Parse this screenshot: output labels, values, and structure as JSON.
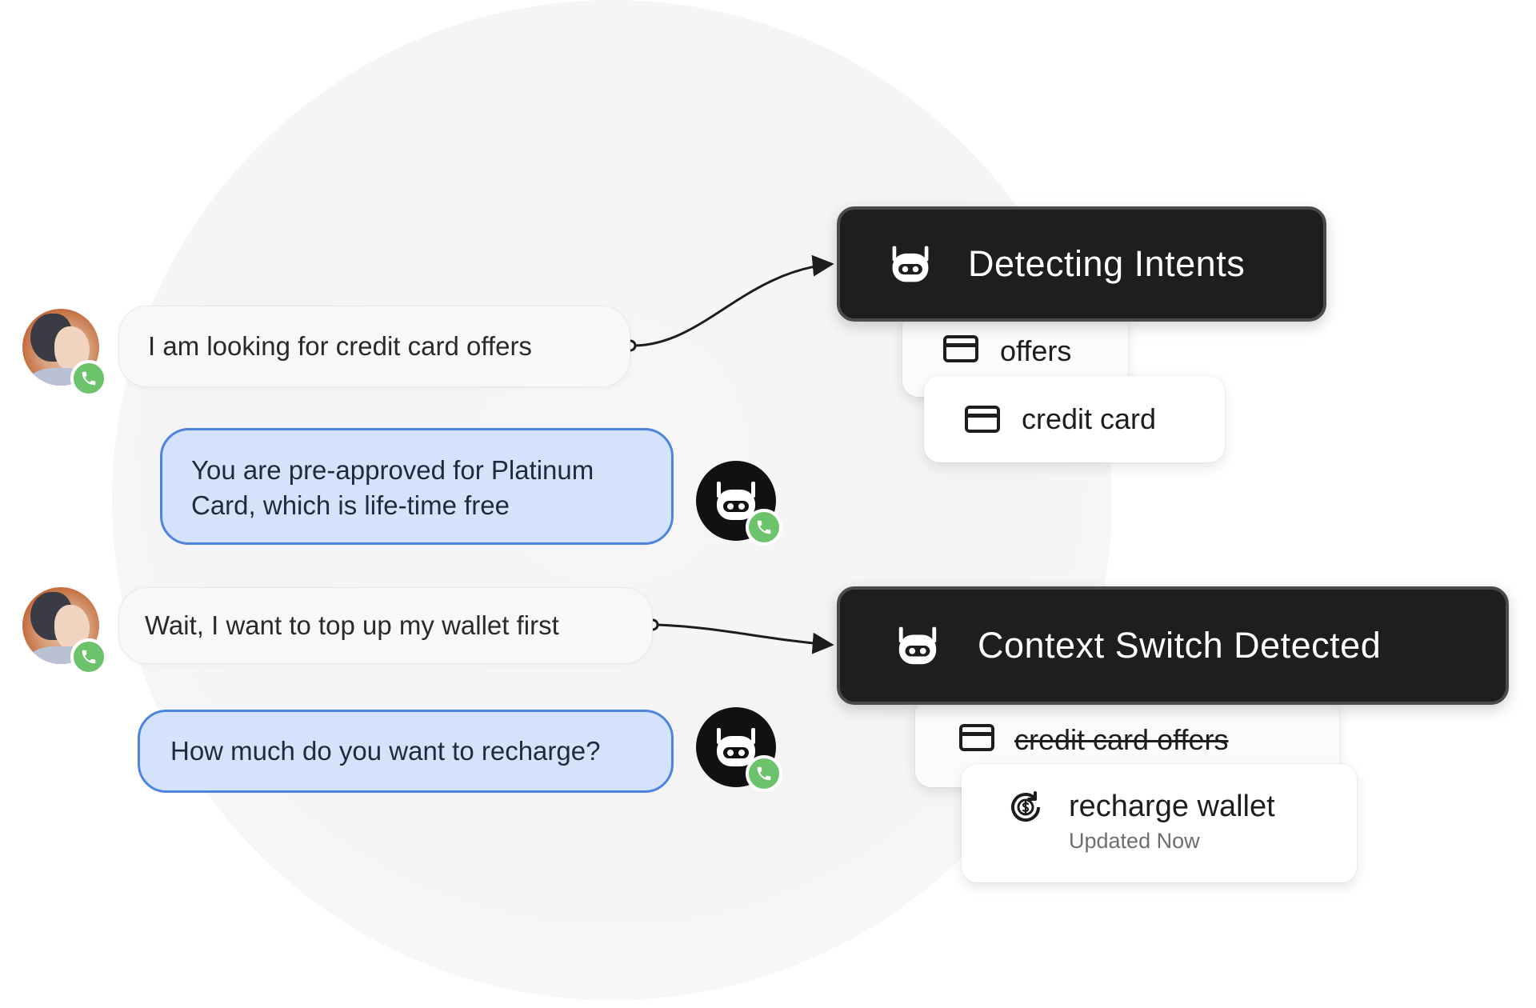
{
  "conversation": {
    "user_message_1": "I am looking for credit card offers",
    "bot_message_1": "You are pre-approved for Platinum Card, which is life-time free",
    "user_message_2": "Wait, I want to top up my wallet first",
    "bot_message_2": "How much do you want to recharge?"
  },
  "intent_panel": {
    "title": "Detecting Intents",
    "chips": [
      {
        "label": "offers",
        "icon": "credit-card-icon"
      },
      {
        "label": "credit card",
        "icon": "credit-card-icon"
      }
    ]
  },
  "context_panel": {
    "title": "Context Switch Detected",
    "old_intent": {
      "label": "credit card offers",
      "icon": "credit-card-icon",
      "struck_through": true
    },
    "new_intent": {
      "label": "recharge wallet",
      "status": "Updated Now",
      "icon": "recharge-dollar-icon"
    }
  },
  "icons": {
    "bot": "robot-icon",
    "call": "phone-icon",
    "user": "user-photo"
  },
  "colors": {
    "bot_bubble_fill": "#d4e3fb",
    "bot_bubble_border": "#4d84e0",
    "dark_card": "#1e1e20",
    "call_badge": "#6cc36b"
  }
}
